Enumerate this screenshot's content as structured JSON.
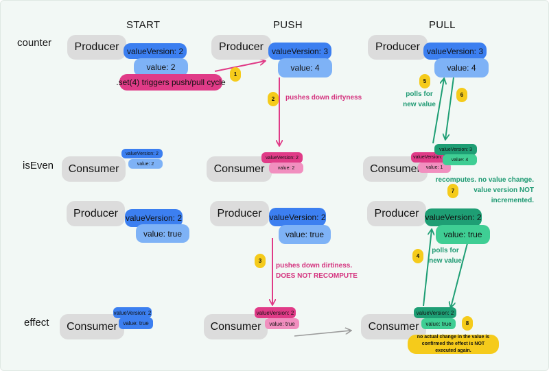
{
  "columns": [
    "START",
    "PUSH",
    "PULL"
  ],
  "rows": [
    "counter",
    "isEven",
    "effect"
  ],
  "node_labels": {
    "producer": "Producer",
    "consumer": "Consumer"
  },
  "start": {
    "counter": {
      "version": "valueVersion: 2",
      "value": "value: 2",
      "trigger": ".set(4) triggers push/pull cycle"
    },
    "iseven_consumer": {
      "version": "valueVersion: 2",
      "value": "value: 2"
    },
    "iseven_producer": {
      "version": "valueVersion: 2",
      "value": "value: true"
    },
    "effect": {
      "version": "valueVersion: 2",
      "value": "value: true"
    }
  },
  "push": {
    "counter": {
      "version": "valueVersion: 3",
      "value": "value: 4"
    },
    "iseven_consumer": {
      "version": "valueVersion: 2",
      "value": "value: 2"
    },
    "iseven_producer": {
      "version": "valueVersion: 2",
      "value": "value: true"
    },
    "effect": {
      "version": "valueVersion: 2",
      "value": "value: true"
    }
  },
  "pull": {
    "counter": {
      "version": "valueVersion: 3",
      "value": "value: 4"
    },
    "iseven_consumer": {
      "old_version": "valueVersion: 2",
      "old_value": "value: 1",
      "new_version": "valueVersion: 3",
      "new_value": "value: 4"
    },
    "iseven_producer": {
      "version": "valueVersion: 2",
      "value": "value: true"
    },
    "effect": {
      "version": "valueVersion: 2",
      "value": "value: true"
    }
  },
  "badges": [
    "1",
    "2",
    "3",
    "4",
    "5",
    "6",
    "7",
    "8"
  ],
  "annotations": {
    "pushes_down_dirtyness": "pushes down dirtyness",
    "pushes_down_dirtiness_1": "pushes down dirtiness.",
    "pushes_down_dirtiness_2": "DOES NOT RECOMPUTE",
    "polls_top_1": "polls for",
    "polls_top_2": "new value",
    "recomputes_1": "recomputes. no value change.",
    "recomputes_2": "value version NOT",
    "recomputes_3": "incremented.",
    "polls_bottom_1": "polls for",
    "polls_bottom_2": "new value",
    "final_note": "no actual change in the value is confirmed the effect is NOT executed again."
  },
  "colors": {
    "canvas": "#f2f8f5",
    "node": "#dcdcdc",
    "blue": "#3c7ff0",
    "light_blue": "#7eb2f6",
    "pink": "#e03b87",
    "light_pink": "#f18fbf",
    "green": "#1e9e74",
    "light_green": "#3fce94",
    "yellow": "#f5cb1b",
    "grey_arrow": "#9a9a9a"
  }
}
